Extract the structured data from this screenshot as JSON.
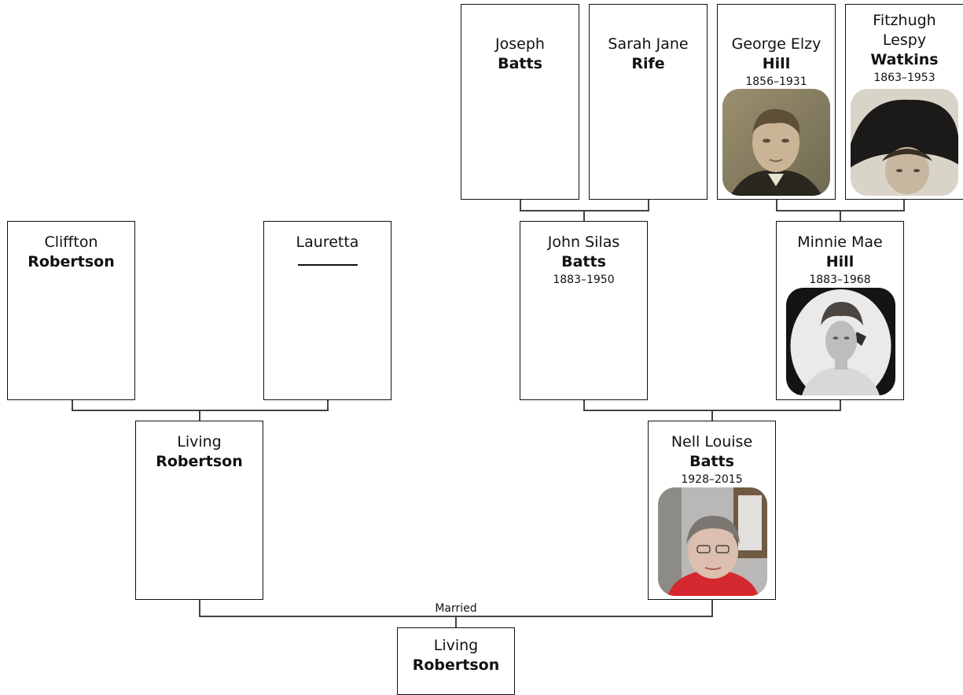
{
  "people": {
    "joseph_batts": {
      "given": "Joseph",
      "surname": "Batts",
      "dates": ""
    },
    "sarah_rife": {
      "given": "Sarah Jane",
      "surname": "Rife",
      "dates": ""
    },
    "george_hill": {
      "given": "George Elzy",
      "surname": "Hill",
      "dates": "1856–1931"
    },
    "fitzhugh_watkins": {
      "given": "Fitzhugh Lespy",
      "surname": "Watkins",
      "dates": "1863–1953"
    },
    "cliffton_robertson": {
      "given": "Cliffton",
      "surname": "Robertson",
      "dates": ""
    },
    "lauretta": {
      "given": "Lauretta",
      "surname": "",
      "dates": ""
    },
    "john_batts": {
      "given": "John Silas",
      "surname": "Batts",
      "dates": "1883–1950"
    },
    "minnie_hill": {
      "given": "Minnie Mae",
      "surname": "Hill",
      "dates": "1883–1968"
    },
    "living_robertson_parent": {
      "given": "Living",
      "surname": "Robertson",
      "dates": ""
    },
    "nell_batts": {
      "given": "Nell Louise",
      "surname": "Batts",
      "dates": "1928–2015"
    },
    "living_robertson_root": {
      "given": "Living",
      "surname": "Robertson",
      "dates": ""
    }
  },
  "marriage_label": "Married"
}
